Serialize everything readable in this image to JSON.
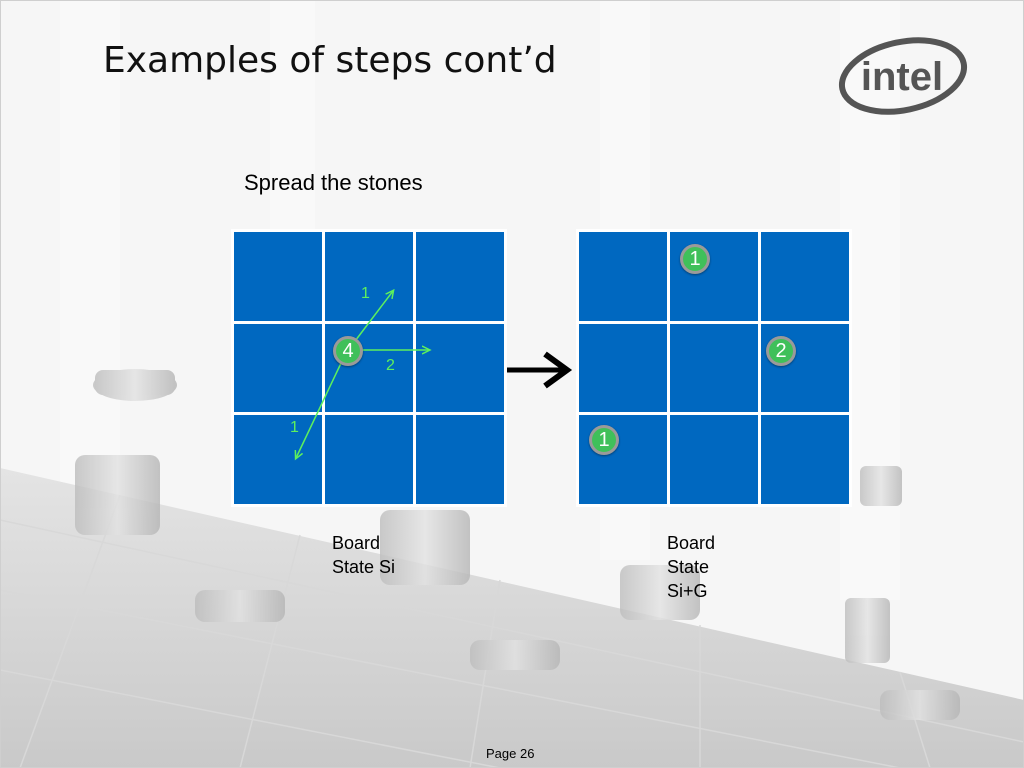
{
  "slide": {
    "title": "Examples of steps cont’d",
    "subtitle": "Spread the stones",
    "page": "Page 26",
    "logo_text": "intel"
  },
  "colors": {
    "cell": "#0068c0",
    "grid_line": "#ffffff",
    "stone": "#3fc05a",
    "stone_border": "#9a9a9a",
    "move_arrow": "#5df05d"
  },
  "left_board": {
    "stone_count": "4",
    "moves": [
      {
        "direction": "up-right",
        "count": "1"
      },
      {
        "direction": "right",
        "count": "2"
      },
      {
        "direction": "down-left",
        "count": "1"
      }
    ],
    "caption_line1": "Board",
    "caption_line2": "State Si"
  },
  "right_board": {
    "stones": [
      {
        "cell": "top-center",
        "count": "1"
      },
      {
        "cell": "middle-right",
        "count": "2"
      },
      {
        "cell": "bottom-left",
        "count": "1"
      }
    ],
    "caption_line1": "Board",
    "caption_line2": "State",
    "caption_line3": "Si+G"
  },
  "transition_icon": "right-arrow-icon"
}
